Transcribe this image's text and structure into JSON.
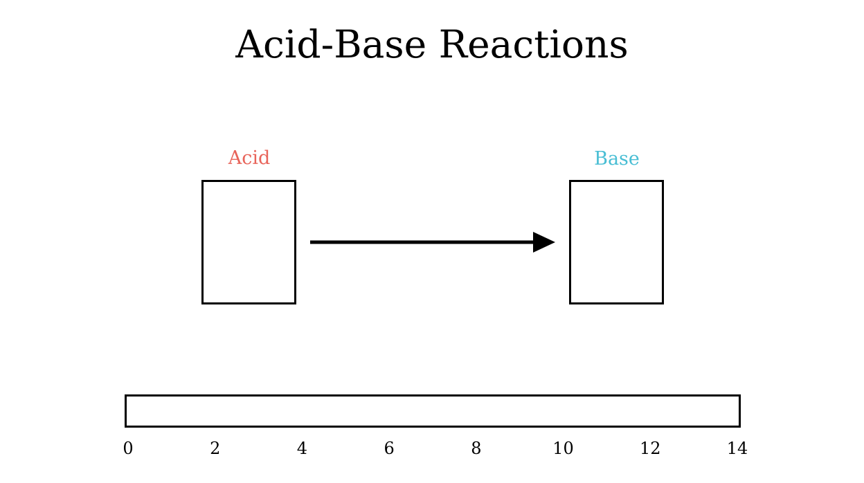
{
  "title": "Acid-Base Reactions",
  "acid": {
    "label": "Acid",
    "color": "#e8645a"
  },
  "base": {
    "label": "Base",
    "color": "#49bed4"
  },
  "arrow": {
    "direction": "acid-to-base",
    "color": "#000000"
  },
  "ph_scale": {
    "min": 0,
    "max": 14,
    "indicator_value": null,
    "ticks": [
      "0",
      "2",
      "4",
      "6",
      "8",
      "10",
      "12",
      "14"
    ]
  }
}
